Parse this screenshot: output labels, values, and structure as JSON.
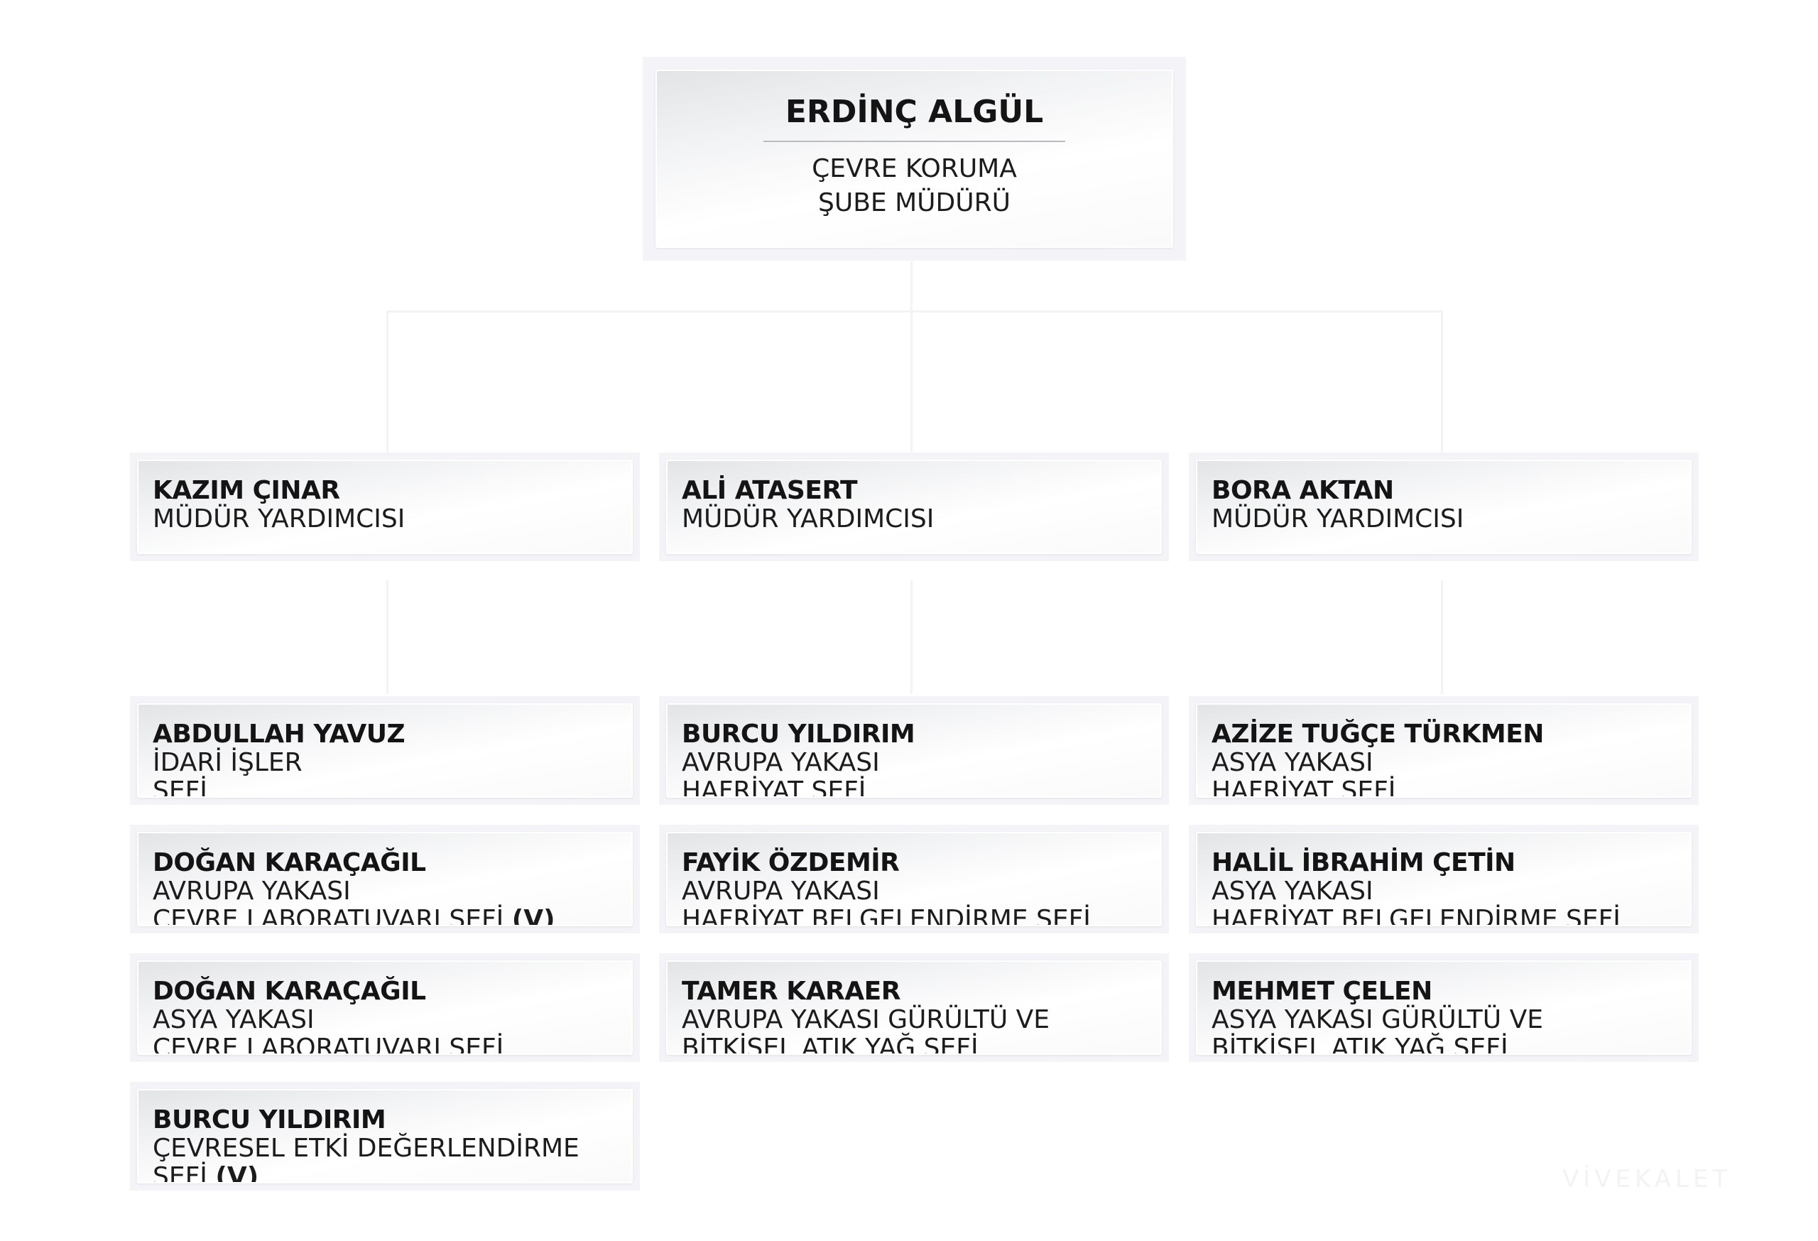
{
  "head": {
    "name": "ERDİNÇ ALGÜL",
    "title_lines": [
      "ÇEVRE KORUMA",
      "ŞUBE MÜDÜRÜ"
    ]
  },
  "deputies": [
    {
      "name": "KAZIM ÇINAR",
      "title_lines": [
        "MÜDÜR YARDIMCISI"
      ]
    },
    {
      "name": "ALİ ATASERT",
      "title_lines": [
        "MÜDÜR YARDIMCISI"
      ]
    },
    {
      "name": "BORA AKTAN",
      "title_lines": [
        "MÜDÜR YARDIMCISI"
      ]
    }
  ],
  "columns": [
    [
      {
        "name": "ABDULLAH YAVUZ",
        "title_lines": [
          "İDARİ İŞLER",
          "ŞEFİ"
        ]
      },
      {
        "name": "DOĞAN KARAÇAĞIL",
        "title_lines": [
          "AVRUPA YAKASI",
          "ÇEVRE LABORATUVARI ŞEFİ"
        ],
        "suffix": "(V)"
      },
      {
        "name": "DOĞAN KARAÇAĞIL",
        "title_lines": [
          "ASYA YAKASI",
          "ÇEVRE LABORATUVARI ŞEFİ"
        ]
      },
      {
        "name": "BURCU YILDIRIM",
        "title_lines": [
          "ÇEVRESEL ETKİ DEĞERLENDİRME",
          "ŞEFİ"
        ],
        "suffix": "(V)"
      }
    ],
    [
      {
        "name": "BURCU YILDIRIM",
        "title_lines": [
          "AVRUPA YAKASI",
          "HAFRİYAT ŞEFİ"
        ]
      },
      {
        "name": "FAYİK ÖZDEMİR",
        "title_lines": [
          "AVRUPA YAKASI",
          "HAFRİYAT BELGELENDİRME ŞEFİ"
        ]
      },
      {
        "name": "TAMER KARAER",
        "title_lines": [
          "AVRUPA YAKASI GÜRÜLTÜ VE",
          "BİTKİSEL ATIK YAĞ ŞEFİ"
        ]
      }
    ],
    [
      {
        "name": "AZİZE TUĞÇE TÜRKMEN",
        "title_lines": [
          "ASYA YAKASI",
          "HAFRİYAT ŞEFİ"
        ]
      },
      {
        "name": "HALİL İBRAHİM ÇETİN",
        "title_lines": [
          "ASYA YAKASI",
          "HAFRİYAT BELGELENDİRME ŞEFİ"
        ]
      },
      {
        "name": "MEHMET ÇELEN",
        "title_lines": [
          "ASYA YAKASI GÜRÜLTÜ VE",
          "BİTKİSEL ATIK YAĞ ŞEFİ"
        ]
      }
    ]
  ],
  "watermark": "VİVEKALET"
}
